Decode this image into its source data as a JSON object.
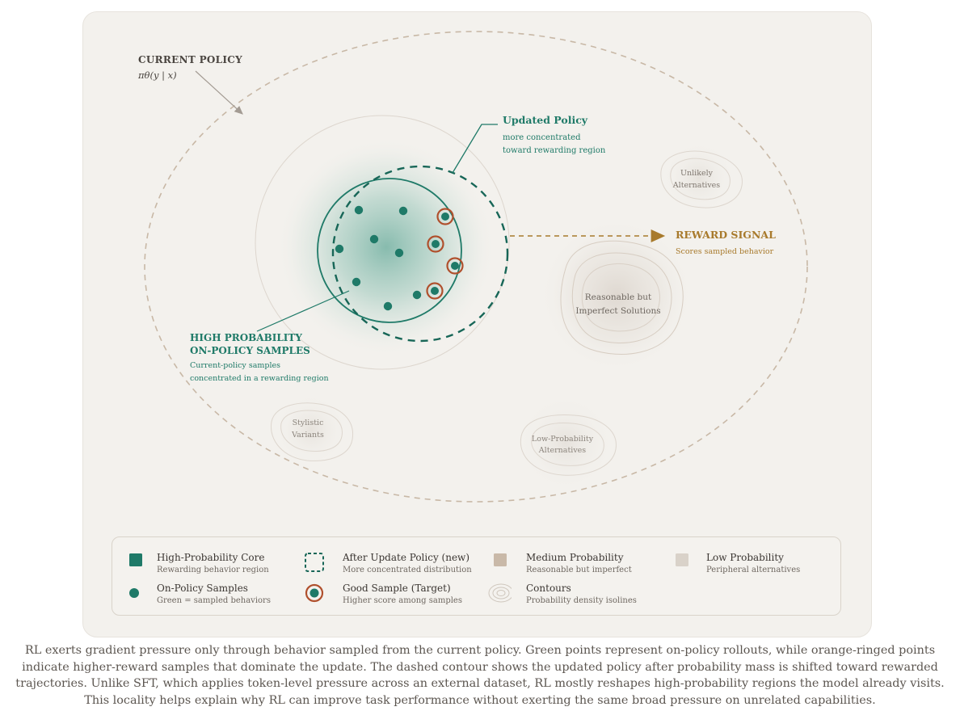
{
  "diagram": {
    "current_policy": {
      "title": "CURRENT POLICY",
      "formula": "πθ(y | x)"
    },
    "updated_policy": {
      "title": "Updated Policy",
      "line1": "more concentrated",
      "line2": "toward rewarding region"
    },
    "reward_signal": {
      "title": "REWARD SIGNAL",
      "subtitle": "Scores sampled behavior"
    },
    "high_prob": {
      "line1": "HIGH PROBABILITY",
      "line2": "ON-POLICY SAMPLES",
      "sub1": "Current-policy samples",
      "sub2": "concentrated in a rewarding region"
    },
    "regions": {
      "unlikely": {
        "line1": "Unlikely",
        "line2": "Alternatives"
      },
      "reasonable": {
        "line1": "Reasonable but",
        "line2": "Imperfect Solutions"
      },
      "stylistic": {
        "line1": "Stylistic",
        "line2": "Variants"
      },
      "low_prob": {
        "line1": "Low-Probability",
        "line2": "Alternatives"
      }
    },
    "colors": {
      "teal": "#1f7a68",
      "dark_teal": "#176657",
      "good_ring": "#b0502d",
      "reward": "#a87a2c",
      "dashed_outer": "#c8b8a6"
    }
  },
  "legend": {
    "items": [
      {
        "icon": "teal-square-icon",
        "title": "High-Probability Core",
        "sub": "Rewarding behavior region"
      },
      {
        "icon": "dashed-square-icon",
        "title": "After Update Policy (new)",
        "sub": "More concentrated distribution"
      },
      {
        "icon": "medium-square-icon",
        "title": "Medium Probability",
        "sub": "Reasonable but imperfect"
      },
      {
        "icon": "low-square-icon",
        "title": "Low Probability",
        "sub": "Peripheral alternatives"
      },
      {
        "icon": "teal-dot-icon",
        "title": "On-Policy Samples",
        "sub": "Green = sampled behaviors"
      },
      {
        "icon": "ringed-dot-icon",
        "title": "Good Sample (Target)",
        "sub": "Higher score among samples"
      },
      {
        "icon": "contours-icon",
        "title": "Contours",
        "sub": "Probability density isolines"
      }
    ]
  },
  "caption": "RL exerts gradient pressure only through behavior sampled from the current policy. Green points represent on-policy rollouts, while orange-ringed points indicate higher-reward samples that dominate the update. The dashed contour shows the updated policy after probability mass is shifted toward rewarded trajectories. Unlike SFT, which applies token-level pressure across an external dataset, RL mostly reshapes high-probability regions the model already visits. This locality helps explain why RL can improve task performance without exerting the same broad pressure on unrelated capabilities."
}
